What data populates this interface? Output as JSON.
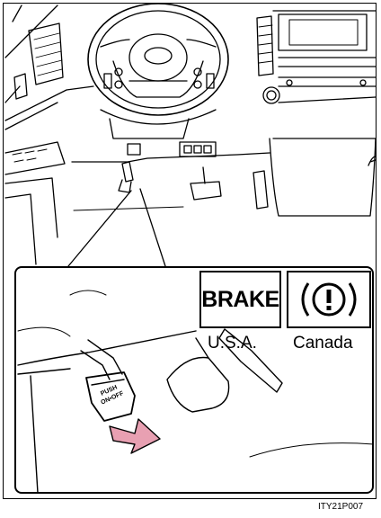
{
  "warning_lamps": {
    "usa_symbol_text": "BRAKE",
    "usa_caption": "U.S.A.",
    "canada_caption": "Canada",
    "canada_symbol_icon": "brake-warning-icon"
  },
  "pedal_label": {
    "line1": "PUSH",
    "line2": "ON•OFF"
  },
  "figure_code": "ITY21P007",
  "colors": {
    "line": "#000000",
    "pointer_arrow": "#e8a0b2",
    "background": "#ffffff"
  }
}
